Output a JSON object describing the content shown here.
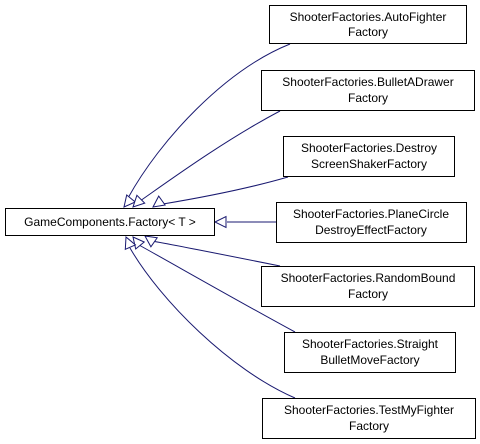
{
  "base_class": {
    "label": "GameComponents.Factory< T >"
  },
  "derived_classes": [
    {
      "line1": "ShooterFactories.AutoFighter",
      "line2": "Factory"
    },
    {
      "line1": "ShooterFactories.BulletADrawer",
      "line2": "Factory"
    },
    {
      "line1": "ShooterFactories.Destroy",
      "line2": "ScreenShakerFactory"
    },
    {
      "line1": "ShooterFactories.PlaneCircle",
      "line2": "DestroyEffectFactory"
    },
    {
      "line1": "ShooterFactories.RandomBound",
      "line2": "Factory"
    },
    {
      "line1": "ShooterFactories.Straight",
      "line2": "BulletMoveFactory"
    },
    {
      "line1": "ShooterFactories.TestMyFighter",
      "line2": "Factory"
    }
  ],
  "colors": {
    "edge": "#191970",
    "box_border": "#000000",
    "background": "#ffffff"
  }
}
